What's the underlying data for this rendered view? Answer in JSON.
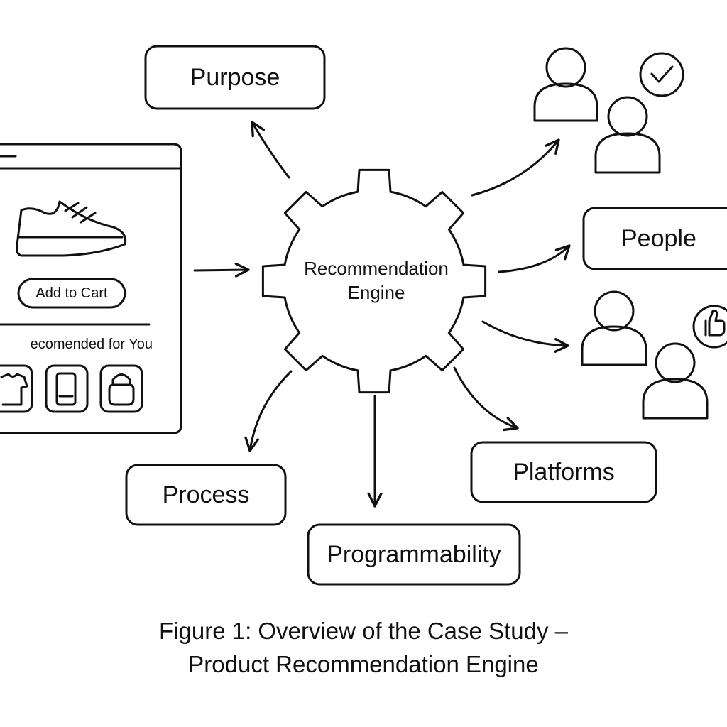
{
  "center": {
    "line1": "Recommendation",
    "line2": "Engine"
  },
  "nodes": {
    "purpose": "Purpose",
    "people": "People",
    "platforms": "Platforms",
    "process": "Process",
    "programmability": "Programmability"
  },
  "store_mockup": {
    "button_label": "Add to Cart",
    "section_title": "ecomended for You",
    "product_icons": [
      "tshirt-icon",
      "phone-icon",
      "bag-icon"
    ]
  },
  "icons": [
    "sneaker-icon",
    "gear-icon",
    "person-icon",
    "check-circle-icon",
    "thumbs-up-icon"
  ],
  "caption": {
    "line1": "Figure 1: Overview of the Case Study –",
    "line2": "Product Recommendation Engine"
  }
}
